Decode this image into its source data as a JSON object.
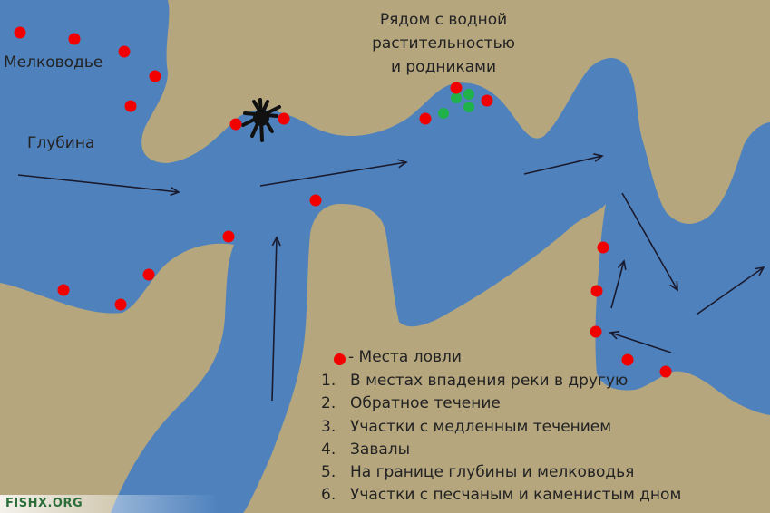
{
  "colors": {
    "land": "#b5a67e",
    "water": "#4f82bd",
    "spot": "#f20000",
    "vegetation": "#1fb24a",
    "arrow": "#1a1a2e",
    "snag": "#111111"
  },
  "labels": {
    "vegetation_line1": "Рядом с водной",
    "vegetation_line2": "растительностью",
    "vegetation_line3": "и родниками",
    "shallow": "Мелководье",
    "deep": "Глубина"
  },
  "legend": {
    "title": "- Места ловли",
    "items": [
      {
        "num": "1.",
        "text": "В местах впадения реки в другую"
      },
      {
        "num": "2.",
        "text": "Обратное течение"
      },
      {
        "num": "3.",
        "text": "Участки с медленным течением"
      },
      {
        "num": "4.",
        "text": "Завалы"
      },
      {
        "num": "5.",
        "text": "На границе глубины и мелководья"
      },
      {
        "num": "6.",
        "text": "Участки с песчаным и каменистым дном"
      }
    ]
  },
  "watermark": "FISHX.ORG",
  "icons": {
    "fishing_spot": "red-dot-icon",
    "vegetation": "green-dot-icon",
    "snag": "snag-icon",
    "current": "arrow-icon"
  }
}
